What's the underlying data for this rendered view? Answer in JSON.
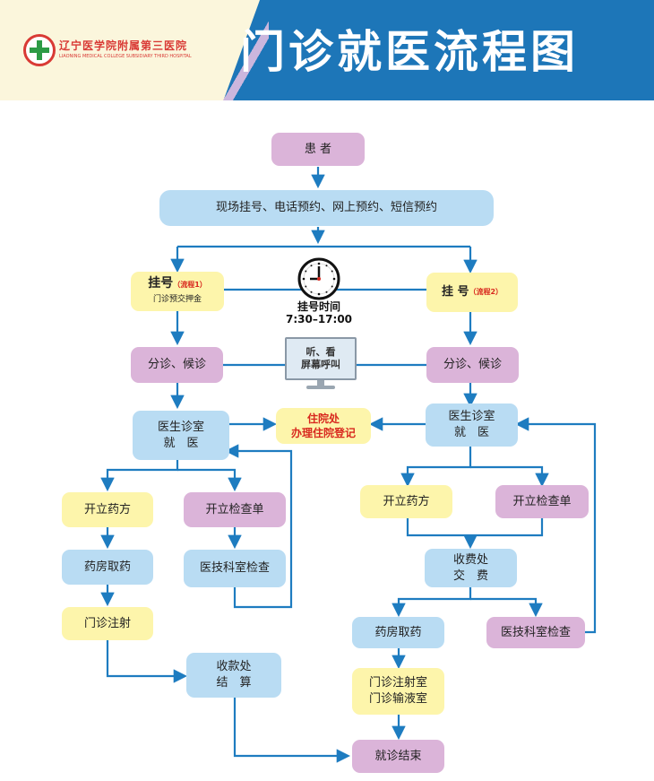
{
  "header": {
    "hospital_name": "辽宁医学院附属第三医院",
    "hospital_name_en": "LIAONING MEDICAL COLLEGE SUBSIDIARY THIRD HOSPITAL",
    "title": "门诊就医流程图"
  },
  "nodes": {
    "patient": "患 者",
    "booking": "现场挂号、电话预约、网上预约、短信预约",
    "reg1": "挂号",
    "reg1_note": "（流程1）",
    "reg1_sub": "门诊预交押金",
    "reg2": "挂 号",
    "reg2_note": "（流程2）",
    "clock_label": "挂号时间",
    "clock_time": "7:30–17:00",
    "monitor_line1": "听、看",
    "monitor_line2": "屏幕呼叫",
    "triage_left": "分诊、候诊",
    "triage_right": "分诊、候诊",
    "consult_left": "医生诊室\n就　医",
    "consult_right": "医生诊室\n就　医",
    "inpatient": "住院处\n办理住院登记",
    "presc_left": "开立药方",
    "exam_left": "开立检查单",
    "pharm_left": "药房取药",
    "medtech_left": "医技科室检查",
    "injection_left": "门诊注射",
    "settle_left": "收款处\n结　算",
    "presc_right": "开立药方",
    "exam_right": "开立检查单",
    "pay_right": "收费处\n交　费",
    "pharm_right": "药房取药",
    "medtech_right": "医技科室检查",
    "inj_right": "门诊注射室\n门诊输液室",
    "end": "就诊结束"
  },
  "colors": {
    "header_blue": "#1d76b8",
    "arrow_blue": "#1e7cc0",
    "pink": "#dbb4d9",
    "light_blue": "#b9dcf3",
    "yellow": "#fdf5ab",
    "note_red": "#d8281e"
  },
  "icons": [
    "clock-icon",
    "monitor-icon",
    "hospital-logo-icon"
  ]
}
